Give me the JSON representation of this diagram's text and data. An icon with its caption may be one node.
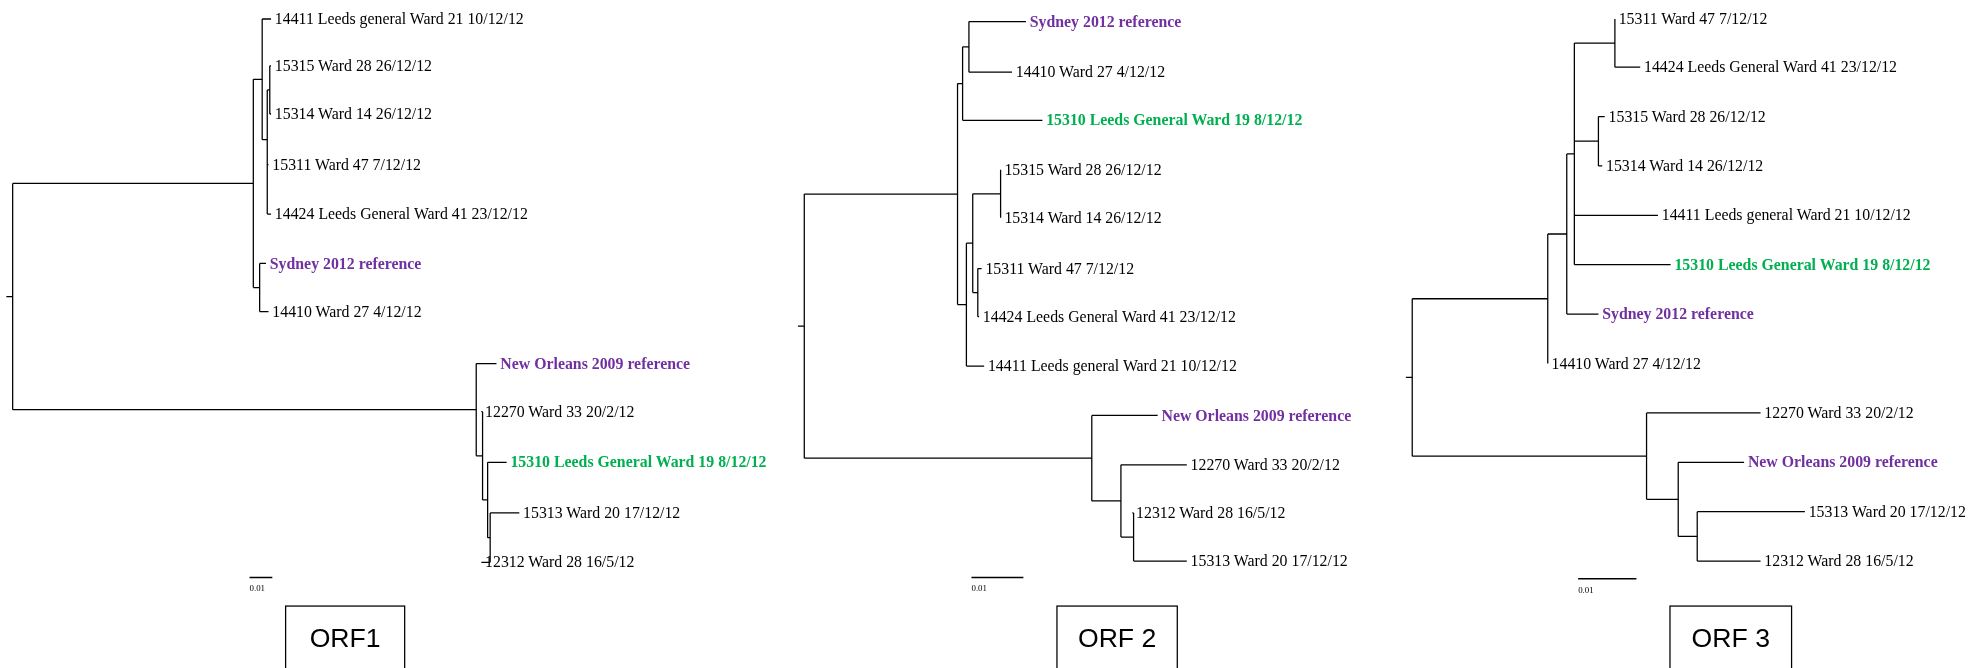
{
  "diagram": {
    "nodes": [
      {
        "text": [
          "ORF1"
        ]
      },
      {
        "text": [
          "ORF 2"
        ]
      },
      {
        "text": [
          "ORF 3"
        ]
      }
    ],
    "labels": [
      "14411 Leeds general Ward 21 10/12/12",
      "15315 Ward 28 26/12/12",
      "15314 Ward 14 26/12/12",
      "15311 Ward 47 7/12/12",
      "14424 Leeds General Ward 41 23/12/12",
      "Sydney 2012 reference",
      "14410 Ward 27 4/12/12",
      "New Orleans 2009 reference",
      "12270 Ward 33 20/2/12",
      "15310 Leeds General Ward 19 8/12/12",
      "15313 Ward 20 17/12/12",
      "12312 Ward 28 16/5/12",
      "0.01",
      "Sydney 2012 reference",
      "14410 Ward 27 4/12/12",
      "15310 Leeds General Ward 19 8/12/12",
      "15315 Ward 28 26/12/12",
      "15314 Ward 14 26/12/12",
      "15311 Ward 47 7/12/12",
      "14424 Leeds General Ward 41 23/12/12",
      "14411 Leeds general Ward 21 10/12/12",
      "New Orleans 2009 reference",
      "12270 Ward 33 20/2/12",
      "12312 Ward 28 16/5/12",
      "15313 Ward 20 17/12/12",
      "0.01",
      "15311 Ward 47 7/12/12",
      "14424 Leeds General Ward 41 23/12/12",
      "15315 Ward 28 26/12/12",
      "15314 Ward 14 26/12/12",
      "14411 Leeds general Ward 21 10/12/12",
      "15310 Leeds General Ward 19 8/12/12",
      "Sydney 2012 reference",
      "14410 Ward 27 4/12/12",
      "12270 Ward 33 20/2/12",
      "New Orleans 2009 reference",
      "15313 Ward 20 17/12/12",
      "12312 Ward 28 16/5/12",
      "0.01"
    ]
  }
}
